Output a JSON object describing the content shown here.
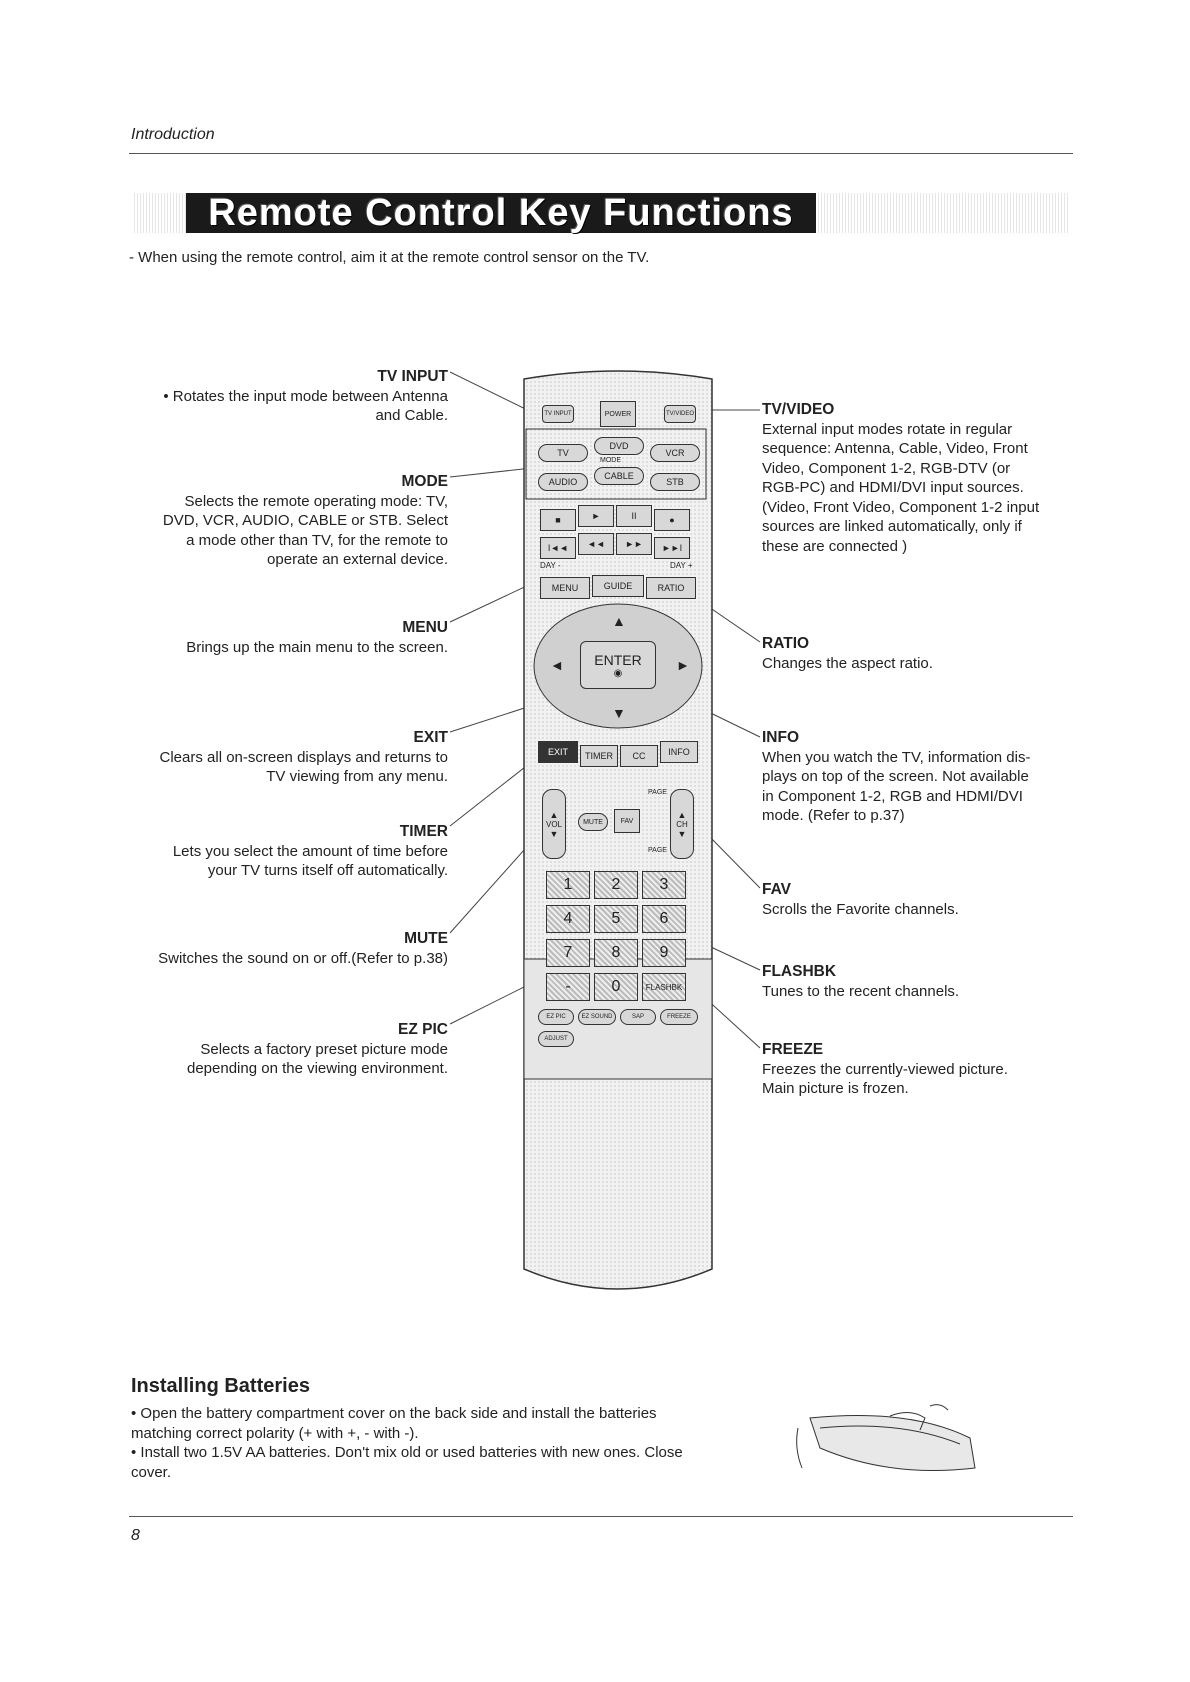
{
  "header": {
    "section": "Introduction",
    "banner_title": "Remote Control Key Functions"
  },
  "note": "-  When using the remote control, aim it at the remote control sensor on the TV.",
  "left_labels": [
    {
      "title": "TV INPUT",
      "desc": "• Rotates the input mode between Antenna\nand Cable."
    },
    {
      "title": "MODE",
      "desc": "Selects the remote operating mode: TV,\nDVD, VCR, AUDIO, CABLE or STB. Select\na mode other than TV, for the remote to\noperate an external device."
    },
    {
      "title": "MENU",
      "desc": "Brings up the main menu to the screen."
    },
    {
      "title": "EXIT",
      "desc": "Clears all on-screen displays and returns to\nTV viewing from any menu."
    },
    {
      "title": "TIMER",
      "desc": "Lets you select the amount of time before\nyour TV turns itself off automatically."
    },
    {
      "title": "MUTE",
      "desc": "Switches the sound on or off.(Refer to p.38)"
    },
    {
      "title": "EZ PIC",
      "desc": "Selects a factory preset picture mode\ndepending on the viewing environment."
    }
  ],
  "right_labels": [
    {
      "title": "TV/VIDEO",
      "desc": "External input modes rotate in regular\nsequence: Antenna, Cable, Video, Front\nVideo, Component 1-2, RGB-DTV (or\nRGB-PC) and  HDMI/DVI input sources.\n(Video, Front Video, Component 1-2 input\nsources are linked automatically, only if\nthese are connected )"
    },
    {
      "title": "RATIO",
      "desc": "Changes the aspect ratio."
    },
    {
      "title": "INFO",
      "desc": "When you watch the TV, information dis-\nplays  on top of the screen. Not available\nin Component 1-2, RGB and HDMI/DVI\nmode. (Refer to p.37)"
    },
    {
      "title": "FAV",
      "desc": "Scrolls the Favorite channels."
    },
    {
      "title": "FLASHBK",
      "desc": "Tunes to the recent channels."
    },
    {
      "title": "FREEZE",
      "desc": "Freezes the currently-viewed picture.\nMain picture is frozen."
    }
  ],
  "remote": {
    "top": {
      "tv_input": "TV INPUT",
      "power": "POWER",
      "tv_video": "TV/VIDEO"
    },
    "modes": {
      "tv": "TV",
      "dvd": "DVD",
      "vcr": "VCR",
      "mode": "MODE",
      "audio": "AUDIO",
      "cable": "CABLE",
      "stb": "STB"
    },
    "transport": {
      "stop": "■",
      "play": "►",
      "pause": "II",
      "rec": "●",
      "rew": "◄◄",
      "ff": "►►",
      "prev": "I◄◄",
      "next": "►►I",
      "day_minus": "DAY -",
      "day_plus": "DAY +"
    },
    "menu_row": {
      "menu": "MENU",
      "guide": "GUIDE",
      "ratio": "RATIO"
    },
    "nav": {
      "up": "▲",
      "down": "▼",
      "left": "◄",
      "right": "►",
      "enter": "ENTER"
    },
    "func_row": {
      "exit": "EXIT",
      "timer": "TIMER",
      "cc": "CC",
      "info": "INFO"
    },
    "vol_ch": {
      "vol": "VOL",
      "mute": "MUTE",
      "fav": "FAV",
      "ch": "CH",
      "page_up": "PAGE",
      "page_down": "PAGE"
    },
    "numbers": [
      "1",
      "2",
      "3",
      "4",
      "5",
      "6",
      "7",
      "8",
      "9",
      "-",
      "0",
      "FLASHBK"
    ],
    "bottom": {
      "ezpic": "EZ PIC",
      "ezsound": "EZ SOUND",
      "sap": "SAP",
      "freeze": "FREEZE",
      "adjust": "ADJUST"
    }
  },
  "installing": {
    "heading": "Installing Batteries",
    "bullets": [
      "• Open the battery compartment cover on the back side and install the batteries\n   matching correct polarity (+ with +, - with -).",
      "• Install two 1.5V AA batteries. Don't mix old or used batteries with new ones. Close\n   cover."
    ]
  },
  "page_number": "8"
}
